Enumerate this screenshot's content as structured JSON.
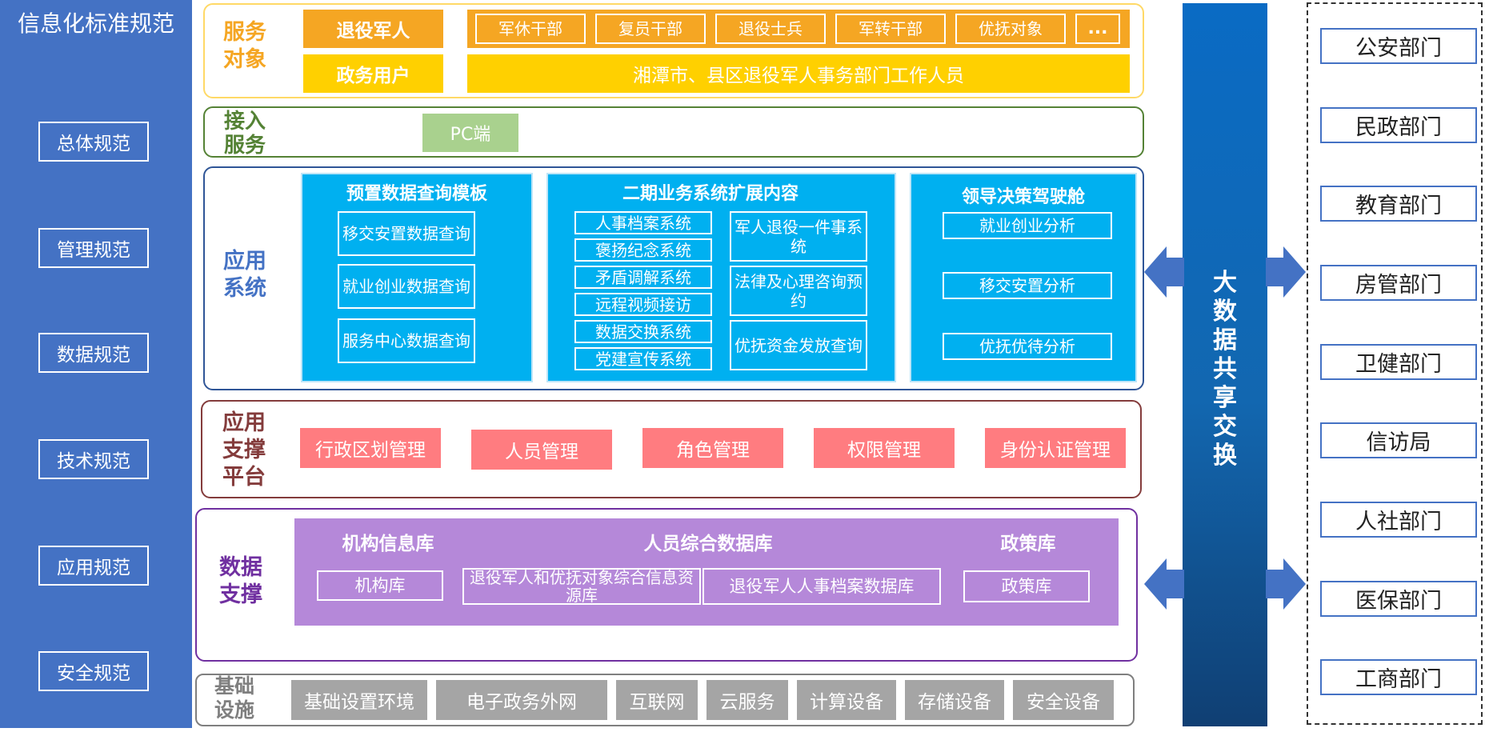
{
  "standards": {
    "title": "信息化标准规范",
    "items": [
      "总体规范",
      "管理规范",
      "数据规范",
      "技术规范",
      "应用规范",
      "安全规范"
    ]
  },
  "service_targets": {
    "label_line1": "服务",
    "label_line2": "对象",
    "veterans_label": "退役军人",
    "gov_users_label": "政务用户",
    "veteran_types": [
      "军休干部",
      "复员干部",
      "退役士兵",
      "军转干部",
      "优抚对象",
      "..."
    ],
    "gov_users_desc": "湘潭市、县区退役军人事务部门工作人员"
  },
  "access": {
    "label_line1": "接入",
    "label_line2": "服务",
    "pc": "PC端"
  },
  "apps": {
    "label_line1": "应用",
    "label_line2": "系统",
    "preset": {
      "title": "预置数据查询模板",
      "items": [
        "移交安置数据查询",
        "就业创业数据查询",
        "服务中心数据查询"
      ]
    },
    "phase2": {
      "title": "二期业务系统扩展内容",
      "left_items": [
        "人事档案系统",
        "褒扬纪念系统",
        "矛盾调解系统",
        "远程视频接访",
        "数据交换系统",
        "党建宣传系统"
      ],
      "right_items": [
        "军人退役一件事系统",
        "法律及心理咨询预约",
        "优抚资金发放查询"
      ]
    },
    "cockpit": {
      "title": "领导决策驾驶舱",
      "items": [
        "就业创业分析",
        "移交安置分析",
        "优抚优待分析"
      ]
    }
  },
  "support_platform": {
    "label_line1": "应用",
    "label_line2": "支撑",
    "label_line3": "平台",
    "items": [
      "行政区划管理",
      "人员管理",
      "角色管理",
      "权限管理",
      "身份认证管理"
    ]
  },
  "data_support": {
    "label_line1": "数据",
    "label_line2": "支撑",
    "org_db_title": "机构信息库",
    "people_db_title": "人员综合数据库",
    "policy_db_title": "政策库",
    "org_db": "机构库",
    "people_db_a": "退役军人和优抚对象综合信息资源库",
    "people_db_b": "退役军人人事档案数据库",
    "policy_db": "政策库"
  },
  "infrastructure": {
    "label_line1": "基础",
    "label_line2": "设施",
    "items": [
      "基础设置环境",
      "电子政务外网",
      "互联网",
      "云服务",
      "计算设备",
      "存储设备",
      "安全设备"
    ]
  },
  "exchange": {
    "title": "大数据共享交换"
  },
  "departments": [
    "公安部门",
    "民政部门",
    "教育部门",
    "房管部门",
    "卫健部门",
    "信访局",
    "人社部门",
    "医保部门",
    "工商部门"
  ],
  "colors": {
    "standards_blue": "#4472c4",
    "service_orange": "#f5a623",
    "service_yellow": "#ffd000",
    "access_green": "#a9d18e",
    "app_cyan": "#00b0f0",
    "platform_pink": "#ff7c80",
    "data_purple": "#b588d9",
    "infra_gray": "#a5a5a5",
    "exchange_blue": "#0a6bc4"
  }
}
